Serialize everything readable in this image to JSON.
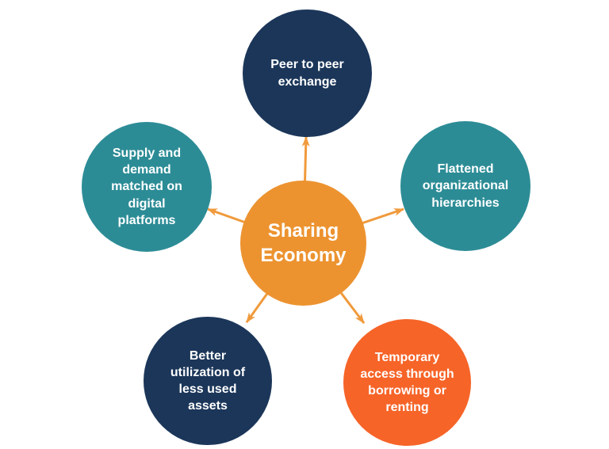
{
  "diagram": {
    "background": "#FFFFFF",
    "arrow_color": "#F09A3C",
    "text_color": "#FFFFFF",
    "center": {
      "id": "sharing-economy",
      "label": "Sharing Economy",
      "color": "#EC9330"
    },
    "nodes": [
      {
        "id": "peer-to-peer-exchange",
        "label": "Peer to peer exchange",
        "color": "#1B3659",
        "position": "top"
      },
      {
        "id": "flattened-organizational-hierarchies",
        "label": "Flattened organizational hierarchies",
        "color": "#2C8C96",
        "position": "right"
      },
      {
        "id": "temporary-access-through-borrowing-or-renting",
        "label": "Temporary access through borrowing or renting",
        "color": "#F66428",
        "position": "bottom-right"
      },
      {
        "id": "better-utilization-of-less-used-assets",
        "label": "Better utilization of less used assets",
        "color": "#1B3659",
        "position": "bottom-left"
      },
      {
        "id": "supply-and-demand-matched-on-digital-platforms",
        "label": "Supply and demand matched on digital platforms",
        "color": "#2C8C96",
        "position": "left"
      }
    ]
  }
}
